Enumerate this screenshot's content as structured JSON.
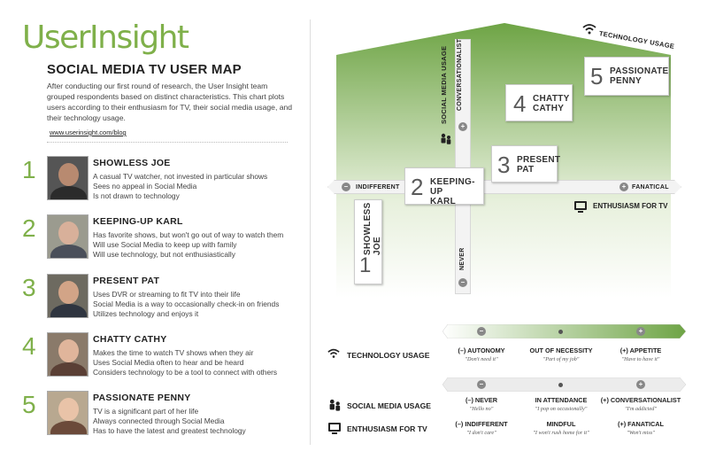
{
  "brand": {
    "logo": "UserInsight"
  },
  "header": {
    "title": "SOCIAL MEDIA TV USER MAP",
    "intro": "After conducting our first round of research, the User Insight team grouped respondents based on distinct characteristics.  This chart plots users according to their enthusiasm for TV, their social media usage, and their technology usage.",
    "link": "www.userinsight.com/blog"
  },
  "personas": [
    {
      "num": "1",
      "name": "SHOWLESS JOE",
      "lines": [
        "A casual TV watcher, not invested in particular shows",
        "Sees no appeal in Social Media",
        "Is not drawn to technology"
      ]
    },
    {
      "num": "2",
      "name": "KEEPING-UP KARL",
      "lines": [
        "Has favorite shows, but won't go out of way to watch them",
        "Will use Social Media to keep up with family",
        "Will use technology, but not enthusiastically"
      ]
    },
    {
      "num": "3",
      "name": "PRESENT PAT",
      "lines": [
        "Uses DVR or streaming to fit TV into their life",
        "Social Media is a way to occasionally check-in on friends",
        "Utilizes technology and enjoys it"
      ]
    },
    {
      "num": "4",
      "name": "CHATTY CATHY",
      "lines": [
        "Makes the time to watch TV shows when they air",
        "Uses Social Media often to hear and be heard",
        "Considers technology to be a tool to connect with others"
      ]
    },
    {
      "num": "5",
      "name": "PASSIONATE PENNY",
      "lines": [
        "TV is a significant part of her life",
        "Always connected through Social Media",
        "Has to have the latest and greatest technology"
      ]
    }
  ],
  "map": {
    "technology_usage": "TECHNOLOGY USAGE",
    "social_media_usage": "SOCIAL MEDIA USAGE",
    "conversationalist": "CONVERSATIONALIST",
    "never": "NEVER",
    "indifferent": "INDIFFERENT",
    "fanatical": "FANATICAL",
    "enthusiasm_for_tv": "ENTHUSIASM FOR TV",
    "plus": "+",
    "minus": "–",
    "boxes": [
      {
        "num": "1",
        "line1": "SHOWLESS",
        "line2": "JOE"
      },
      {
        "num": "2",
        "line1": "KEEPING-UP",
        "line2": "KARL"
      },
      {
        "num": "3",
        "line1": "PRESENT",
        "line2": "PAT"
      },
      {
        "num": "4",
        "line1": "CHATTY",
        "line2": "CATHY"
      },
      {
        "num": "5",
        "line1": "PASSIONATE",
        "line2": "PENNY"
      }
    ]
  },
  "legend": {
    "technology_usage": "TECHNOLOGY USAGE",
    "social_media_usage": "SOCIAL MEDIA USAGE",
    "enthusiasm_for_tv": "ENTHUSIASM FOR TV",
    "tech_cols": [
      {
        "head": "(–) AUTONOMY",
        "sub": "\"Don't need it\""
      },
      {
        "head": "OUT OF NECESSITY",
        "sub": "\"Part of my job\""
      },
      {
        "head": "(+) APPETITE",
        "sub": "\"Have to have it\""
      }
    ],
    "social_cols": [
      {
        "head": "(–) NEVER",
        "sub": "\"Hello no\""
      },
      {
        "head": "IN ATTENDANCE",
        "sub": "\"I pop on occasionally\""
      },
      {
        "head": "(+) CONVERSATIONALIST",
        "sub": "\"I'm addicted\""
      }
    ],
    "tv_cols": [
      {
        "head": "(–) INDIFFERENT",
        "sub": "\"I don't care\""
      },
      {
        "head": "MINDFUL",
        "sub": "\"I won't rush home for it\""
      },
      {
        "head": "(+) FANATICAL",
        "sub": "\"Won't miss\""
      }
    ]
  },
  "colors": {
    "accent": "#7fb04a",
    "green_dark": "#6ea445",
    "green_light": "#f4f8ee"
  }
}
